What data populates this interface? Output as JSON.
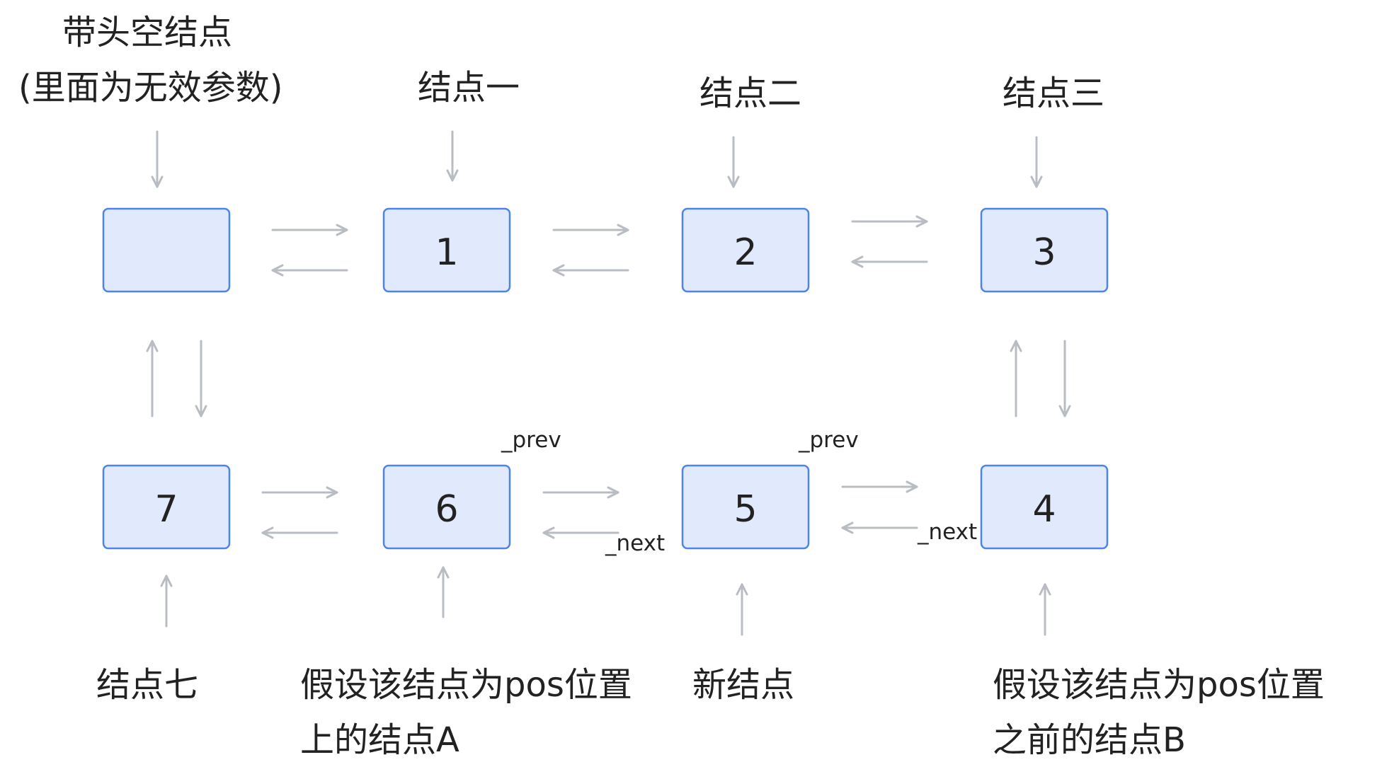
{
  "nodes": {
    "head": {
      "value": ""
    },
    "n1": {
      "value": "1"
    },
    "n2": {
      "value": "2"
    },
    "n3": {
      "value": "3"
    },
    "n4": {
      "value": "4"
    },
    "n5": {
      "value": "5"
    },
    "n6": {
      "value": "6"
    },
    "n7": {
      "value": "7"
    }
  },
  "labels": {
    "head_line1": "带头空结点",
    "head_line2": "(里面为无效参数)",
    "node1": "结点一",
    "node2": "结点二",
    "node3": "结点三",
    "node7": "结点七",
    "pos_a_line1": "假设该结点为pos位置",
    "pos_a_line2": "上的结点A",
    "new_node": "新结点",
    "pos_b_line1": "假设该结点为pos位置",
    "pos_b_line2": "之前的结点B"
  },
  "pointers": {
    "prev_6": "_prev",
    "next_5": "_next",
    "prev_5": "_prev",
    "next_4": "_next"
  },
  "colors": {
    "node_fill": "#e1e9fd",
    "node_border": "#4d84ea",
    "arrow": "#b8bcc3",
    "text": "#222222"
  }
}
